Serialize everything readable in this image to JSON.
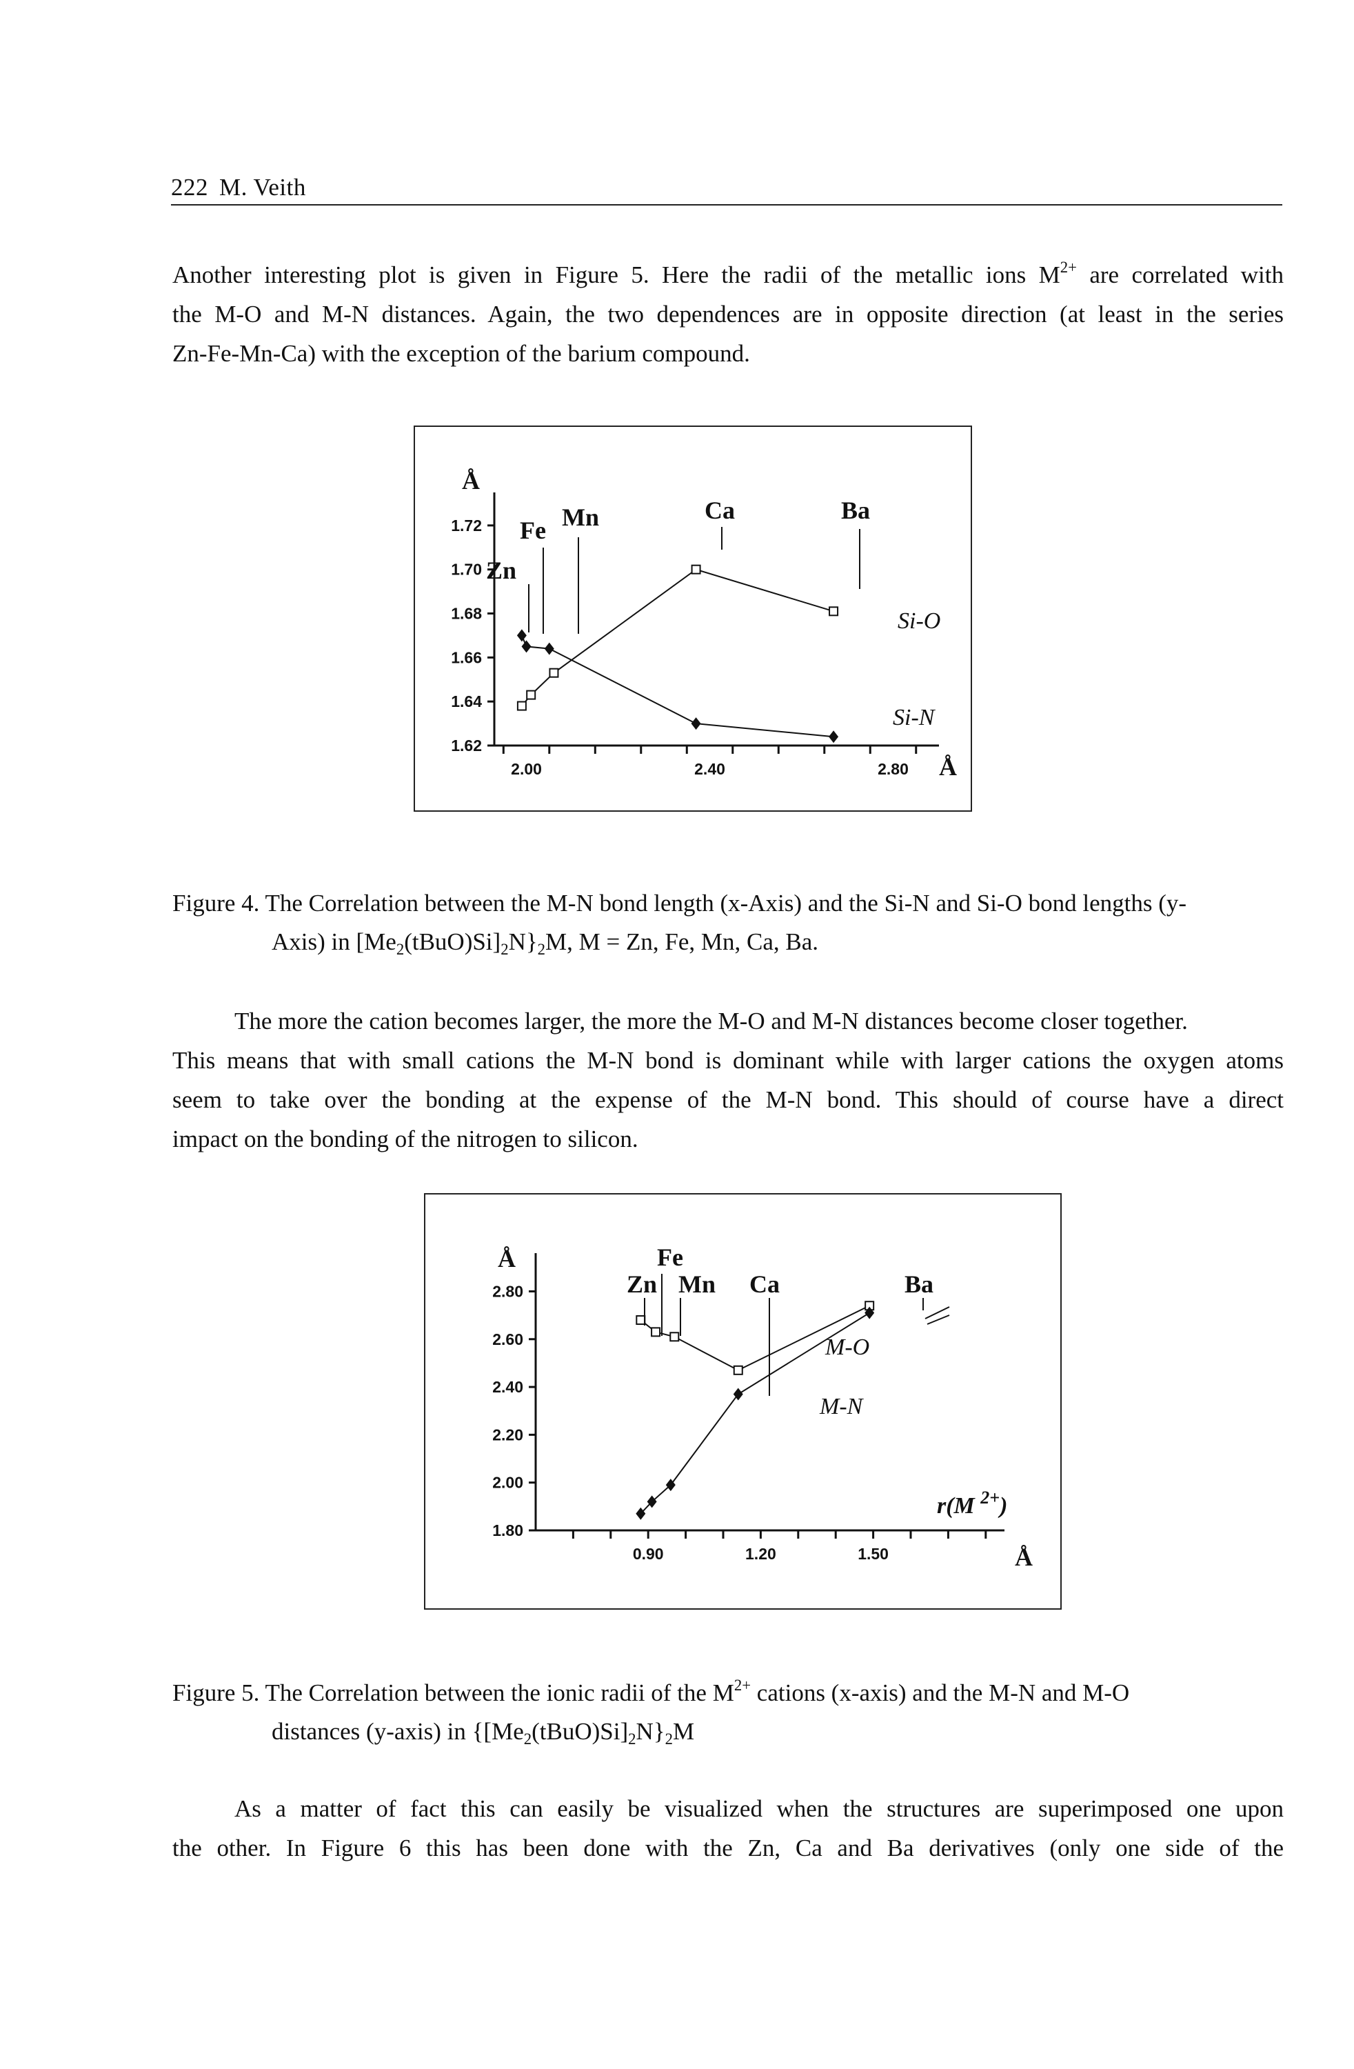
{
  "header": {
    "page_number": "222",
    "author": "M. Veith"
  },
  "para1": {
    "lines": [
      [
        "Another interesting plot is given in Figure 5. Here the radii of the metallic ions M",
        "2+",
        " are correlated with"
      ],
      [
        "the M-O and M-N distances. Again, the two dependences are in opposite direction (at least in the series"
      ],
      [
        "Zn-Fe-Mn-Ca) with the exception of the barium compound."
      ]
    ]
  },
  "figure4": {
    "caption_line1": "Figure 4. The Correlation between the M-N bond length (x-Axis) and the Si-N and Si-O bond lengths (y-",
    "caption_line2_a": "Axis) in [Me",
    "caption_line2_b": "2",
    "caption_line2_c": "(tBuO)Si]",
    "caption_line2_d": "2",
    "caption_line2_e": "N}",
    "caption_line2_f": "2",
    "caption_line2_g": "M, M = Zn, Fe, Mn, Ca, Ba.",
    "chart_data": {
      "type": "line",
      "xlabel": "Å",
      "ylabel": "Å",
      "x_ticks": [
        "2.00",
        "2.40",
        "2.80"
      ],
      "y_ticks": [
        "1.62",
        "1.64",
        "1.66",
        "1.68",
        "1.70",
        "1.72"
      ],
      "xlim": [
        1.93,
        2.9
      ],
      "ylim": [
        1.62,
        1.735
      ],
      "labels": [
        "Zn",
        "Fe",
        "Mn",
        "Ca",
        "Ba"
      ],
      "series": [
        {
          "name": "Si-O",
          "marker": "square",
          "x": [
            1.99,
            2.01,
            2.06,
            2.37,
            2.67
          ],
          "y": [
            1.638,
            1.643,
            1.653,
            1.7,
            1.681
          ]
        },
        {
          "name": "Si-N",
          "marker": "diamond",
          "x": [
            1.99,
            2.0,
            2.05,
            2.37,
            2.67
          ],
          "y": [
            1.67,
            1.665,
            1.664,
            1.63,
            1.624
          ]
        }
      ]
    }
  },
  "para2": {
    "lines": [
      "The more the cation becomes larger, the more the M-O and M-N distances become closer together.",
      "This means that with small cations the M-N bond is dominant while with larger cations the oxygen atoms",
      "seem to take over the bonding at the expense of the M-N bond. This should of course have a direct",
      "impact on the bonding of the nitrogen to silicon."
    ]
  },
  "figure5": {
    "caption_line1_a": "Figure 5. The Correlation between the ionic radii of the M",
    "caption_line1_sup": "2+",
    "caption_line1_b": " cations (x-axis) and the M-N and M-O",
    "caption_line2_a": "distances (y-axis) in {[Me",
    "caption_line2_b": "2",
    "caption_line2_c": "(tBuO)Si]",
    "caption_line2_d": "2",
    "caption_line2_e": "N}",
    "caption_line2_f": "2",
    "caption_line2_g": "M",
    "chart_data": {
      "type": "line",
      "xlabel": "Å",
      "ylabel": "Å",
      "x_annotation": "r(M 2+)",
      "x_ticks": [
        "0.90",
        "1.20",
        "1.50"
      ],
      "y_ticks": [
        "1.80",
        "2.00",
        "2.20",
        "2.40",
        "2.60",
        "2.80"
      ],
      "xlim": [
        0.6,
        1.85
      ],
      "ylim": [
        1.8,
        2.96
      ],
      "labels": [
        "Zn",
        "Fe",
        "Mn",
        "Ca",
        "Ba"
      ],
      "series": [
        {
          "name": "M-O",
          "marker": "square",
          "x": [
            0.88,
            0.92,
            0.97,
            1.14,
            1.49
          ],
          "y": [
            2.68,
            2.63,
            2.61,
            2.47,
            2.74
          ]
        },
        {
          "name": "M-N",
          "marker": "diamond",
          "x": [
            0.88,
            0.91,
            0.96,
            1.14,
            1.49
          ],
          "y": [
            1.87,
            1.92,
            1.99,
            2.37,
            2.71
          ]
        }
      ]
    }
  },
  "para3": {
    "lines": [
      "As a matter of fact this can easily be visualized when the structures are superimposed one upon",
      "the other. In Figure 6 this has been done with the Zn, Ca and Ba derivatives (only one side of the"
    ]
  }
}
